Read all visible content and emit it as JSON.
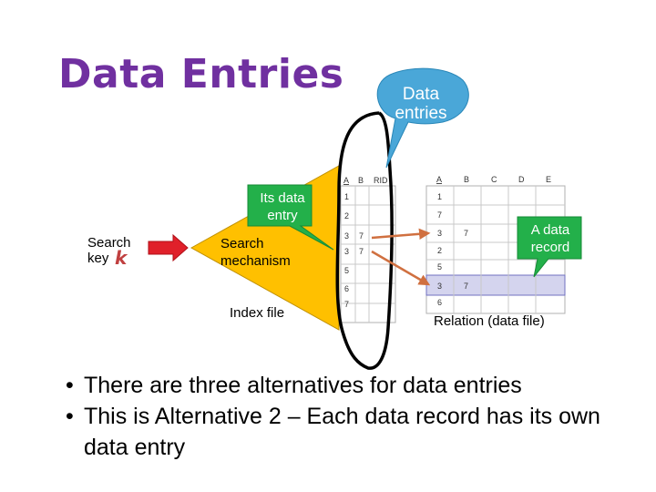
{
  "slide": {
    "title": "Data Entries"
  },
  "callouts": {
    "data_entries": [
      "Data",
      "entries"
    ],
    "its_data_entry": [
      "Its data",
      "entry"
    ],
    "a_data_record": [
      "A data",
      "record"
    ]
  },
  "search": {
    "search_key_label": [
      "Search",
      "key"
    ],
    "key_symbol": "k",
    "mechanism_label": [
      "Search",
      "mechanism"
    ],
    "index_file_label": "Index file"
  },
  "index_table": {
    "headers": [
      "A",
      "B",
      "RID"
    ],
    "rows": [
      [
        "1",
        "",
        ""
      ],
      [
        "2",
        "",
        ""
      ],
      [
        "3",
        "7",
        ""
      ],
      [
        "3",
        "7",
        ""
      ],
      [
        "5",
        "",
        ""
      ],
      [
        "6",
        "",
        ""
      ],
      [
        "7",
        "",
        ""
      ]
    ]
  },
  "relation_table": {
    "headers": [
      "A",
      "B",
      "C",
      "D",
      "E"
    ],
    "rows": [
      [
        "1",
        "",
        "",
        "",
        ""
      ],
      [
        "7",
        "",
        "",
        "",
        ""
      ],
      [
        "3",
        "7",
        "",
        "",
        ""
      ],
      [
        "2",
        "",
        "",
        "",
        ""
      ],
      [
        "5",
        "",
        "",
        "",
        ""
      ],
      [
        "3",
        "7",
        "",
        "",
        ""
      ],
      [
        "6",
        "",
        "",
        "",
        ""
      ]
    ],
    "caption": "Relation (data file)"
  },
  "bullets": [
    "There are three alternatives for data entries",
    "This is Alternative 2 – Each data record has its own data entry"
  ],
  "colors": {
    "title": "#7030a0",
    "callout_blue": "#4aa7d8",
    "callout_green": "#23b04a",
    "cone": "#ffc000",
    "arrow_red": "#e0202a",
    "pointer": "#d07040",
    "highlight_row": "#d4d4ee"
  }
}
